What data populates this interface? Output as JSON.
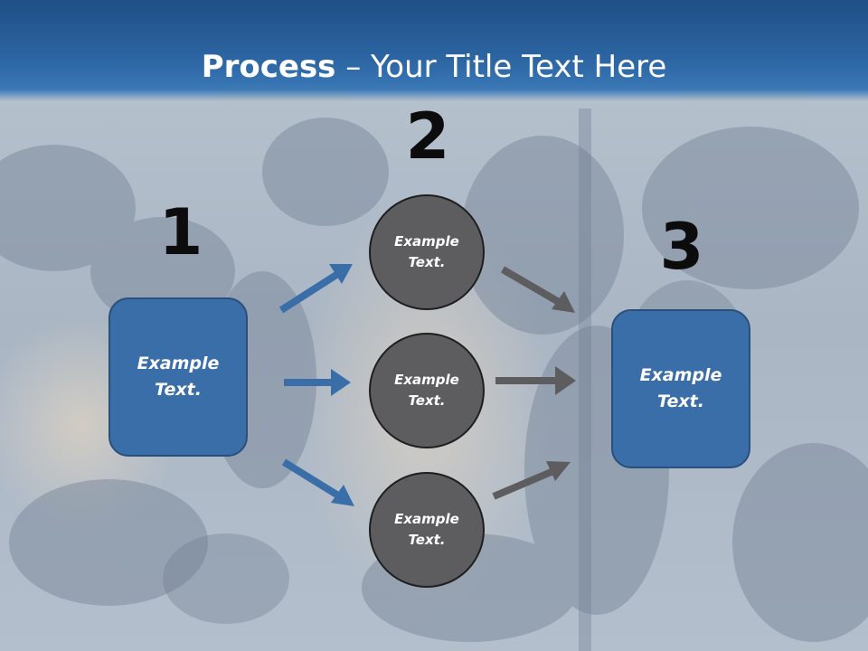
{
  "title": {
    "bold": "Process",
    "rest": " – Your Title Text Here"
  },
  "steps": [
    {
      "number": "1",
      "box_text": "Example\nText."
    },
    {
      "number": "2",
      "circles": [
        "Example\nText.",
        "Example\nText.",
        "Example\nText."
      ]
    },
    {
      "number": "3",
      "box_text": "Example\nText."
    }
  ],
  "colors": {
    "header_blue": "#2c66a3",
    "box_blue": "#3a6ea8",
    "circle_gray": "#5d5d5f",
    "arrow_blue": "#3a6ea8",
    "arrow_gray": "#5d5d5f"
  }
}
